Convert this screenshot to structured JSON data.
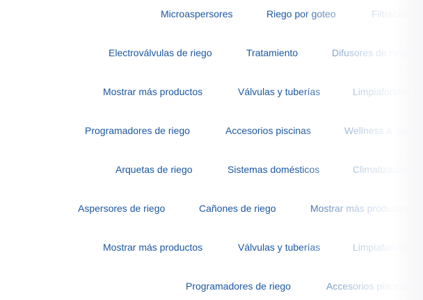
{
  "accent_color": "#1b57a0",
  "rows": [
    {
      "items": [
        "Microaspersores",
        "Riego por goteo",
        "Filtración"
      ]
    },
    {
      "items": [
        "Electroválvulas de riego",
        "Tratamiento",
        "Difusores de riego"
      ]
    },
    {
      "items": [
        "Mostrar más productos",
        "Válvulas y tuberías",
        "Limpiafondos"
      ]
    },
    {
      "items": [
        "Programadores de riego",
        "Accesorios piscinas",
        "Wellness & Spa"
      ]
    },
    {
      "items": [
        "Arquetas de riego",
        "Sistemas domésticos",
        "Climatización"
      ]
    },
    {
      "items": [
        "Aspersores de riego",
        "Cañones de riego",
        "Mostrar más productos"
      ]
    },
    {
      "items": [
        "Mostrar más productos",
        "Válvulas y tuberías",
        "Limpiafondos"
      ]
    },
    {
      "items": [
        "Programadores de riego",
        "Accesorios piscinas"
      ]
    }
  ]
}
